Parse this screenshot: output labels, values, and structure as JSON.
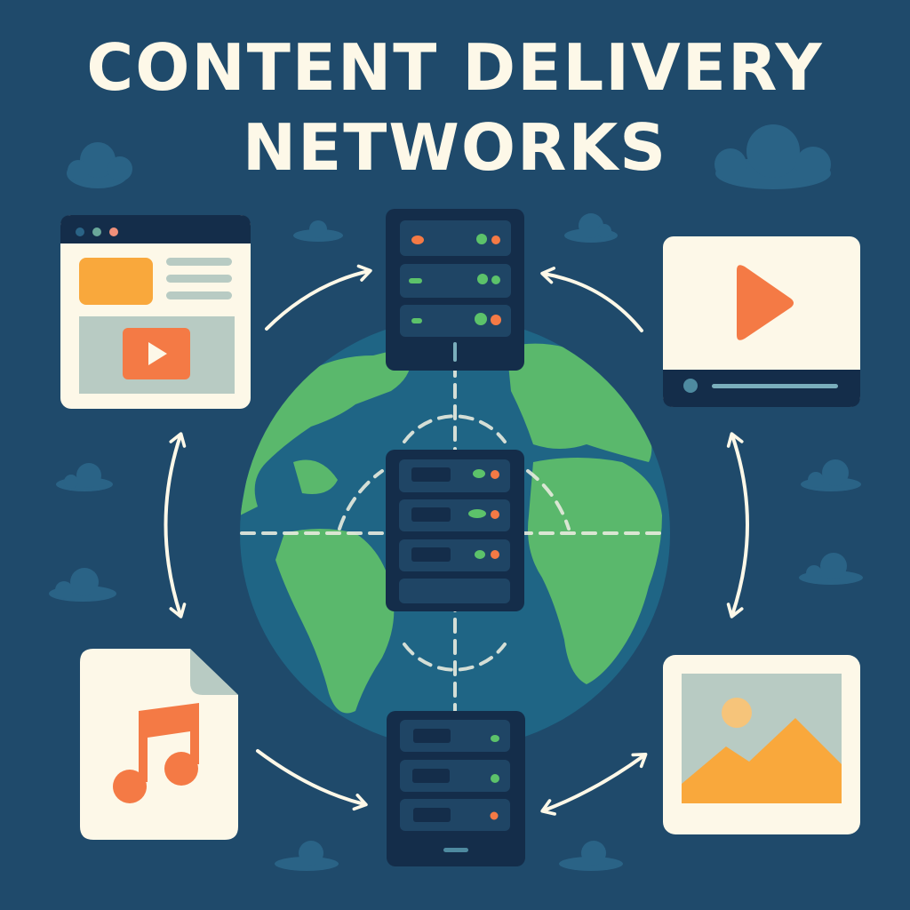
{
  "title": {
    "line1": "CONTENT DELIVERY",
    "line2": "NETWORKS"
  },
  "colors": {
    "background": "#1f4a6b",
    "cloud": "#2a6386",
    "cream": "#fdf8e8",
    "server_body": "#142d4a",
    "server_slot": "#1f4565",
    "globe_ocean": "#1f6585",
    "globe_land": "#5ab86c",
    "accent_orange": "#f47a45",
    "accent_amber": "#f9a83c",
    "accent_green": "#5cc26a",
    "muted_gray": "#b8cbc3"
  },
  "nodes": {
    "webpage": {
      "label": "web-page"
    },
    "video": {
      "label": "video-player"
    },
    "audio": {
      "label": "audio-file"
    },
    "image": {
      "label": "image-file"
    },
    "servers": [
      "top-edge-server",
      "origin-server",
      "bottom-edge-server"
    ]
  }
}
